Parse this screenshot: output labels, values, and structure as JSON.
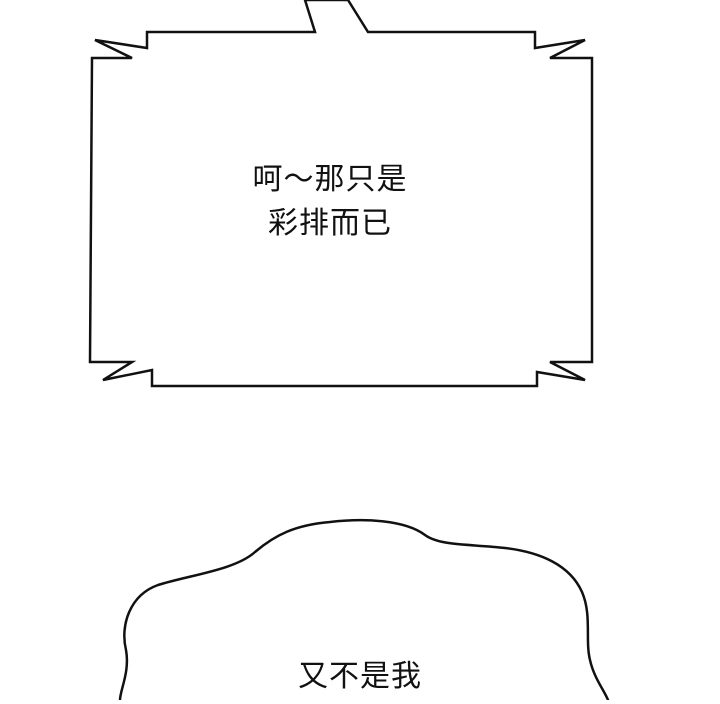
{
  "panel": {
    "top_bubble": {
      "lines": [
        "呵～那只是",
        "彩排而已"
      ]
    },
    "bottom_bubble": {
      "lines": [
        "又不是我"
      ]
    }
  },
  "colors": {
    "background": "#ffffff",
    "outline": "#111111",
    "text": "#111111"
  }
}
